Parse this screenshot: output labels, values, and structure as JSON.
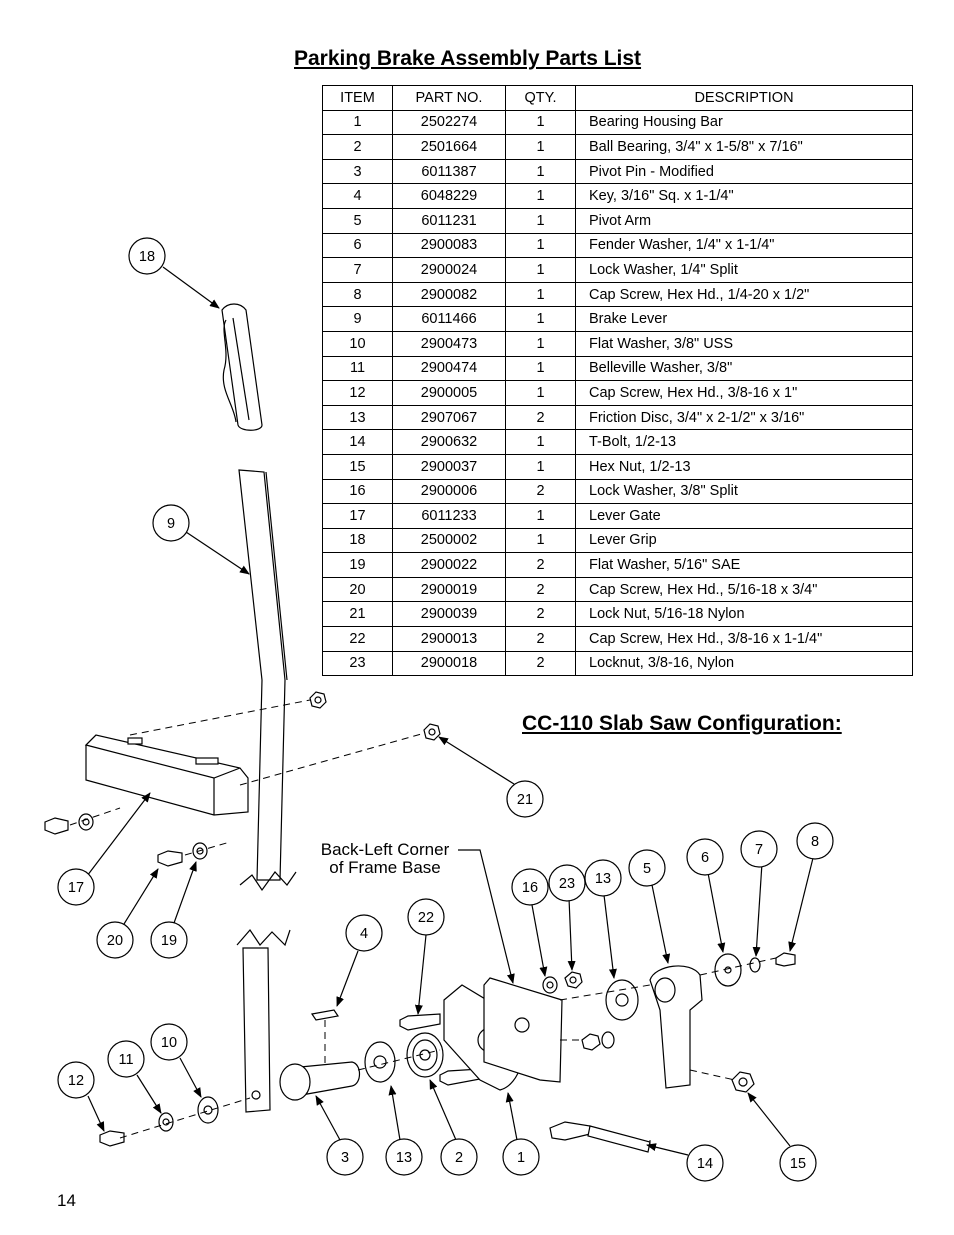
{
  "titles": {
    "parts_list": "Parking Brake Assembly Parts List",
    "configuration": "CC-110 Slab Saw Configuration:"
  },
  "table": {
    "headers": [
      "ITEM",
      "PART NO.",
      "QTY.",
      "DESCRIPTION"
    ],
    "rows": [
      [
        "1",
        "2502274",
        "1",
        "Bearing Housing Bar"
      ],
      [
        "2",
        "2501664",
        "1",
        "Ball Bearing, 3/4\" x 1-5/8\" x 7/16\""
      ],
      [
        "3",
        "6011387",
        "1",
        "Pivot Pin - Modified"
      ],
      [
        "4",
        "6048229",
        "1",
        "Key, 3/16\" Sq. x 1-1/4\""
      ],
      [
        "5",
        "6011231",
        "1",
        "Pivot Arm"
      ],
      [
        "6",
        "2900083",
        "1",
        "Fender Washer, 1/4\" x 1-1/4\""
      ],
      [
        "7",
        "2900024",
        "1",
        "Lock Washer, 1/4\" Split"
      ],
      [
        "8",
        "2900082",
        "1",
        "Cap Screw, Hex Hd., 1/4-20 x 1/2\""
      ],
      [
        "9",
        "6011466",
        "1",
        "Brake Lever"
      ],
      [
        "10",
        "2900473",
        "1",
        "Flat Washer, 3/8\" USS"
      ],
      [
        "11",
        "2900474",
        "1",
        "Belleville Washer, 3/8\""
      ],
      [
        "12",
        "2900005",
        "1",
        "Cap Screw, Hex Hd., 3/8-16 x 1\""
      ],
      [
        "13",
        "2907067",
        "2",
        "Friction Disc, 3/4\" x 2-1/2\" x 3/16\""
      ],
      [
        "14",
        "2900632",
        "1",
        "T-Bolt, 1/2-13"
      ],
      [
        "15",
        "2900037",
        "1",
        "Hex Nut, 1/2-13"
      ],
      [
        "16",
        "2900006",
        "2",
        "Lock Washer, 3/8\" Split"
      ],
      [
        "17",
        "6011233",
        "1",
        "Lever Gate"
      ],
      [
        "18",
        "2500002",
        "1",
        "Lever Grip"
      ],
      [
        "19",
        "2900022",
        "2",
        "Flat Washer, 5/16\" SAE"
      ],
      [
        "20",
        "2900019",
        "2",
        "Cap Screw, Hex Hd., 5/16-18 x 3/4\""
      ],
      [
        "21",
        "2900039",
        "2",
        "Lock Nut, 5/16-18 Nylon"
      ],
      [
        "22",
        "2900013",
        "2",
        "Cap Screw, Hex Hd., 3/8-16 x 1-1/4\""
      ],
      [
        "23",
        "2900018",
        "2",
        "Locknut, 3/8-16, Nylon"
      ]
    ]
  },
  "diagram": {
    "frame_label_line1": "Back-Left Corner",
    "frame_label_line2": "of Frame Base",
    "callouts": [
      "18",
      "9",
      "21",
      "17",
      "20",
      "19",
      "4",
      "22",
      "16",
      "23",
      "13",
      "5",
      "6",
      "7",
      "8",
      "12",
      "11",
      "10",
      "3",
      "13",
      "2",
      "1",
      "14",
      "15"
    ]
  },
  "page_number": "14"
}
